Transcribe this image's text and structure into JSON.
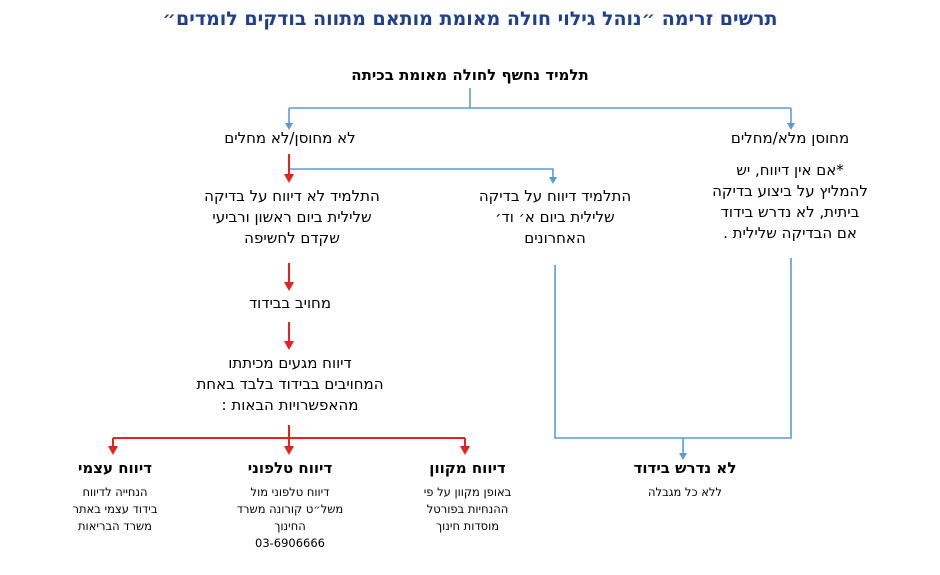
{
  "title": "תרשים זרימה ״נוהל גילוי חולה מאומת מותאם מתווה בודקים לומדים״",
  "root": "תלמיד נחשף לחולה מאומת בכיתה",
  "branch_right": {
    "label": "מחוסן מלא/מחלים",
    "note": "*אם אין דיווח, יש\nלהמליץ על ביצוע בדיקה\nביתית, לא נדרש בידוד\nאם הבדיקה שלילית ."
  },
  "branch_left": {
    "label": "לא מחוסן/לא מחלים",
    "with_report": "התלמיד דיווח על בדיקה\nשלילית ביום א׳ וד׳\nהאחרונים",
    "no_report": "התלמיד לא דיווח על בדיקה\nשלילית ביום ראשון ורביעי\nשקדם לחשיפה",
    "must_isolate": "מחויב בבידוד",
    "report_instruction": "דיווח מגעים מכיתתו\nהמחויבים בבידוד בלבד באחת\nמהאפשרויות הבאות :"
  },
  "outcomes": [
    {
      "title": "לא נדרש בידוד",
      "detail": "ללא כל מגבלה"
    },
    {
      "title": "דיווח מקוון",
      "detail": "באופן מקוון על פי\nההנחיות בפורטל\nמוסדות חינוך"
    },
    {
      "title": "דיווח טלפוני",
      "detail": "דיווח טלפוני מול\nמשל״ט קורונה משרד\nהחינוך\n03-6906666"
    },
    {
      "title": "דיווח עצמי",
      "detail": "הנחייה לדיווח\nבידוד עצמי באתר\nמשרד הבריאות"
    }
  ],
  "colors": {
    "title": "#1f3f8f",
    "blue_arrow": "#5b9bd5",
    "red_arrow": "#e8201f"
  }
}
